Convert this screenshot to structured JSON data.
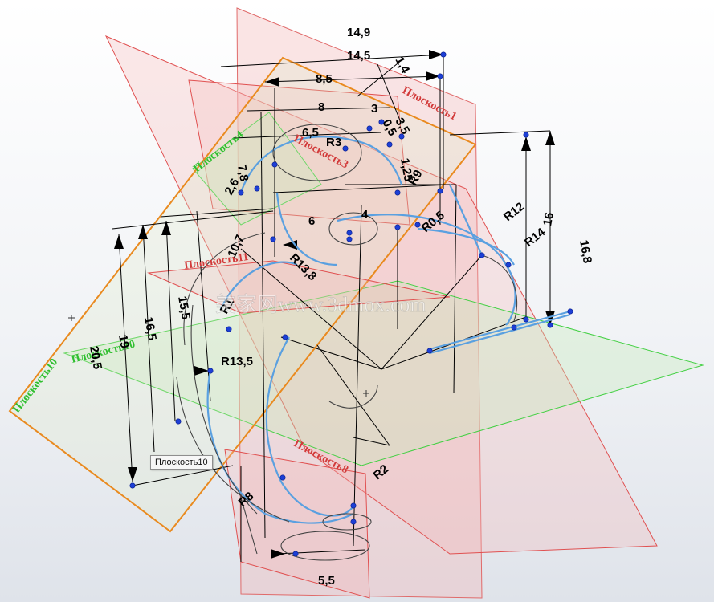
{
  "tooltip": {
    "text": "Плоскость10"
  },
  "watermark": "美家网www.3dmox.com",
  "planes": {
    "plane1": "Плоскость1",
    "plane3": "Плоскость3",
    "plane4": "Плоскость4",
    "plane8": "Плоскость8",
    "plane10": "Плоскость10",
    "plane11": "Плоскость11"
  },
  "dimensions": {
    "d14_9": "14,9",
    "d14_5": "14,5",
    "d1_4": "1,4",
    "d8_5": "8,5",
    "d8": "8",
    "d3": "3",
    "d6_5": "6,5",
    "d0_5": "0,5",
    "d3_5": "3,5",
    "dR3": "R3",
    "d1_25": "1,25",
    "d7_8": "7,8",
    "dR9": "R9",
    "d2_6": "2,6",
    "dR0_5": "R0,5",
    "d6": "6",
    "d4": "4",
    "dR12": "R12",
    "dR14": "R14",
    "d16": "16",
    "d16_8": "16,8",
    "d10_7": "10,7",
    "dR13_8": "R13,8",
    "dR1": "R1",
    "d15_5": "15,5",
    "d16_5": "16,5",
    "d19": "19",
    "d20_5": "20,5",
    "dR13_5": "R13,5",
    "dR2": "R2",
    "dR8": "R8",
    "d5_5": "5,5"
  },
  "colors": {
    "plane_red": "#f2a0a0",
    "plane_green": "#b8e8b0",
    "sketch_blue": "#5aa0e0",
    "point_blue": "#1d3fd6",
    "plane_orange": "#e98a1f",
    "edge_red": "#e05050",
    "edge_green": "#43d043"
  }
}
